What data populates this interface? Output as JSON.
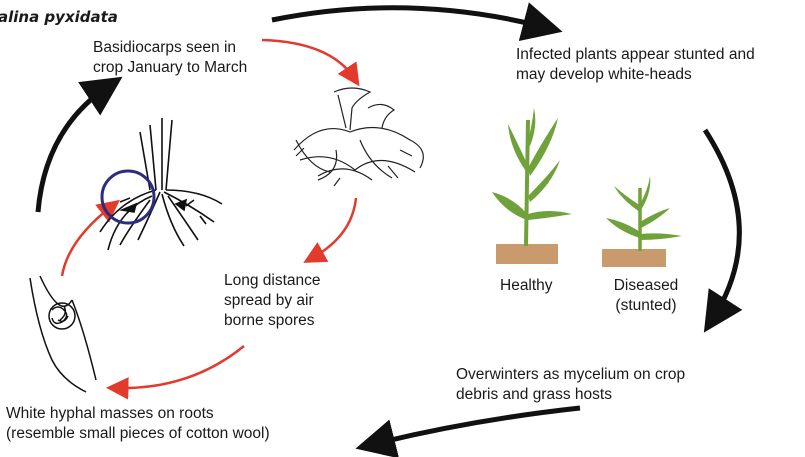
{
  "title": "alina pyxidata",
  "labels": {
    "basidiocarps": "Basidiocarps seen in\ncrop January to March",
    "infected": "Infected plants appear stunted and\nmay develop white-heads",
    "long_distance": "Long distance\nspread by air\nborne spores",
    "healthy": "Healthy",
    "diseased": "Diseased\n(stunted)",
    "overwinters": "Overwinters as mycelium on crop\ndebris and grass hosts",
    "hyphal": "White hyphal masses on roots\n(resemble small pieces of cotton wool)"
  },
  "colors": {
    "red_arrow": "#e23a2c",
    "black_arrow": "#111111",
    "leaf": "#6fa23a",
    "soil": "#c99a6b",
    "circle": "#2b2c7d"
  },
  "icons": [
    "basidiocarp-illustration",
    "plant-roots-illustration",
    "hyphal-mass-illustration",
    "healthy-plant-icon",
    "diseased-plant-icon"
  ]
}
